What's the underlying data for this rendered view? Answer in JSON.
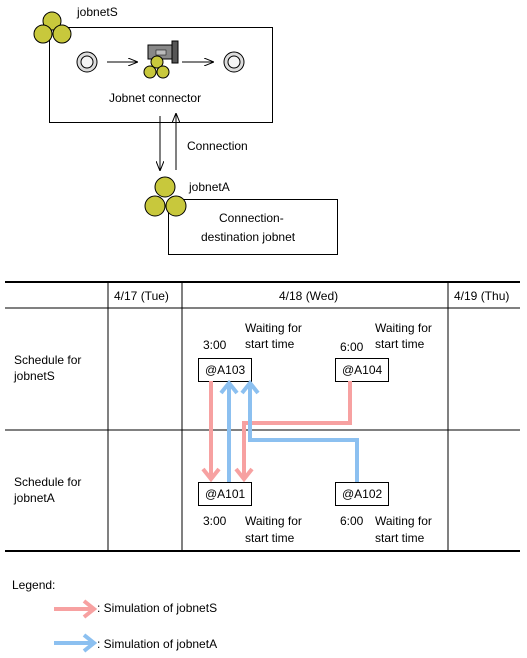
{
  "top": {
    "jobnetS": "jobnetS",
    "connector": "Jobnet connector",
    "connection": "Connection",
    "jobnetA": "jobnetA",
    "dest_line1": "Connection-",
    "dest_line2": "destination jobnet"
  },
  "table": {
    "dates": [
      "4/17 (Tue)",
      "4/18 (Wed)",
      "4/19 (Thu)"
    ],
    "rows": [
      {
        "line1": "Schedule for",
        "line2": "jobnetS"
      },
      {
        "line1": "Schedule for",
        "line2": "jobnetA"
      }
    ],
    "s_nodes": [
      {
        "id": "@A103",
        "time": "3:00",
        "wait1": "Waiting for",
        "wait2": "start time"
      },
      {
        "id": "@A104",
        "time": "6:00",
        "wait1": "Waiting for",
        "wait2": "start time"
      }
    ],
    "a_nodes": [
      {
        "id": "@A101",
        "time": "3:00",
        "wait1": "Waiting for",
        "wait2": "start time"
      },
      {
        "id": "@A102",
        "time": "6:00",
        "wait1": "Waiting for",
        "wait2": "start time"
      }
    ]
  },
  "legend": {
    "title": "Legend:",
    "items": [
      {
        "label": ": Simulation of jobnetS",
        "color": "#f7a1a1"
      },
      {
        "label": ": Simulation of jobnetA",
        "color": "#8cc0f0"
      }
    ]
  },
  "colors": {
    "bubble": "#c8c83c",
    "pink": "#f7a1a1",
    "blue": "#8cc0f0"
  }
}
